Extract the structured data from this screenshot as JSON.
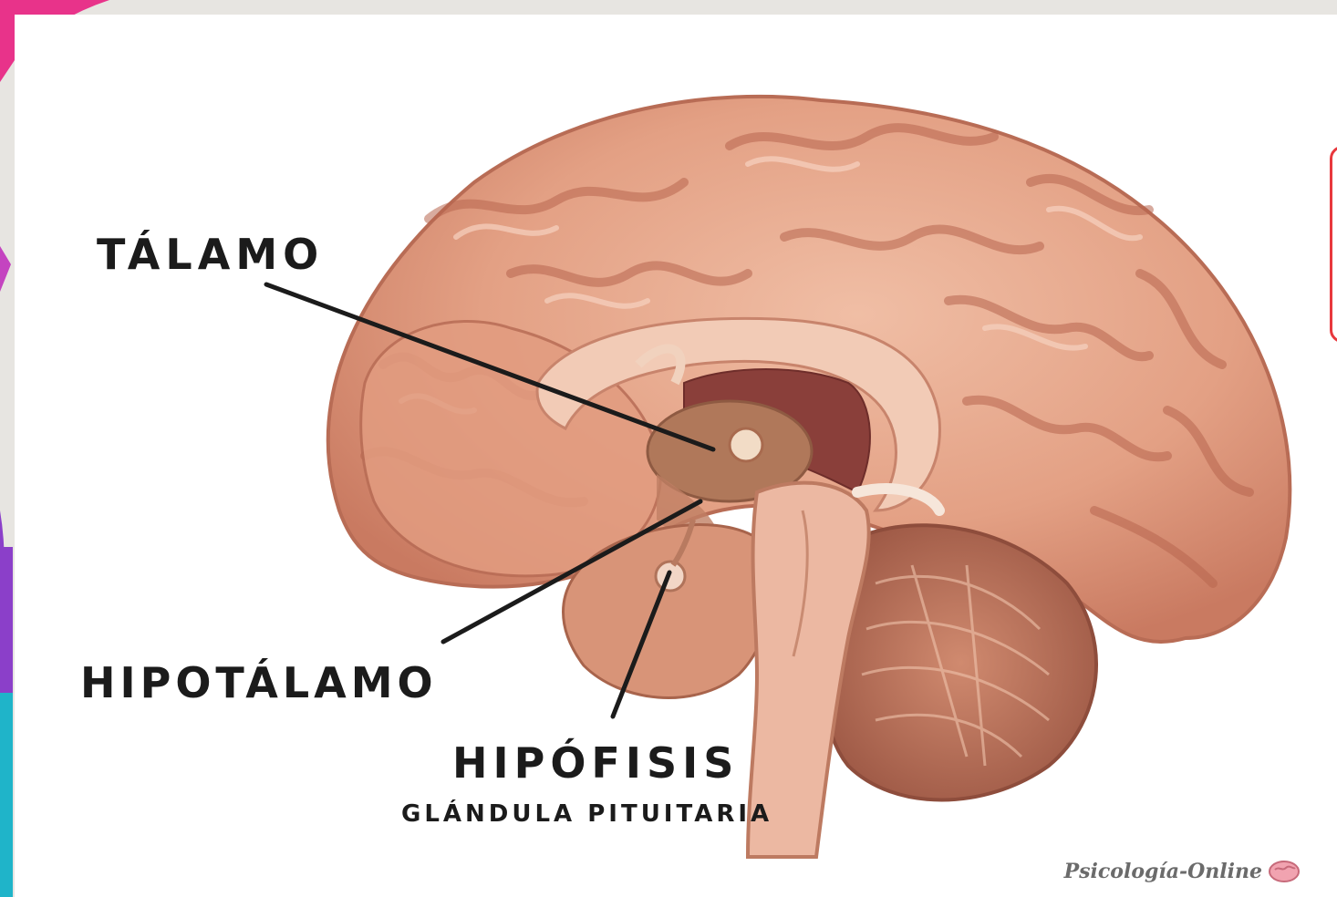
{
  "labels": {
    "talamo": "TÁLAMO",
    "hipotalamo": "HIPOTÁLAMO",
    "hipofisis": "HIPÓFISIS",
    "glandula": "GLÁNDULA PITUITARIA"
  },
  "watermark": {
    "text": "Psicología-Online"
  },
  "colors": {
    "cortex": "#e6a487",
    "cortex_shadow": "#b86c55",
    "cortex_highlight": "#f4cbb6",
    "corpus_callosum": "#f1c8b3",
    "ventricle": "#8a3f3a",
    "thalamus": "#b0785a",
    "brainstem": "#e9b29c",
    "cerebellum": "#b96e55",
    "leader_line": "#1b1b1b",
    "accent_red": "#e8383d"
  }
}
